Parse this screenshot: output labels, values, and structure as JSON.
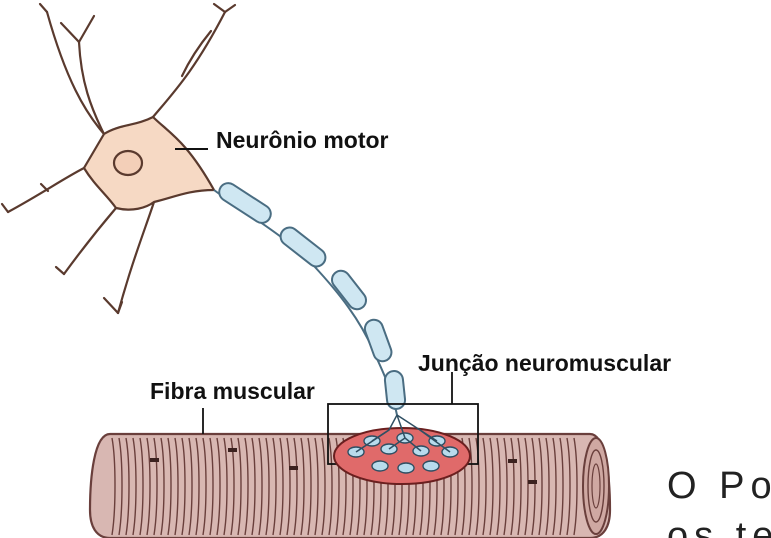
{
  "labels": {
    "motor_neuron": "Neurônio motor",
    "muscle_fiber": "Fibra muscular",
    "neuromuscular_junction": "Junção neuromuscular"
  },
  "side_text": {
    "line1": "O Po",
    "line2": "os te"
  },
  "colors": {
    "neuron_fill": "#f6d9c4",
    "neuron_stroke": "#5a3a2e",
    "myelin_fill": "#cfe7f2",
    "myelin_stroke": "#4a6d82",
    "muscle_fill": "#d8b7b2",
    "muscle_stripe": "#6a3f3c",
    "junction_fill": "#e06a6a"
  }
}
